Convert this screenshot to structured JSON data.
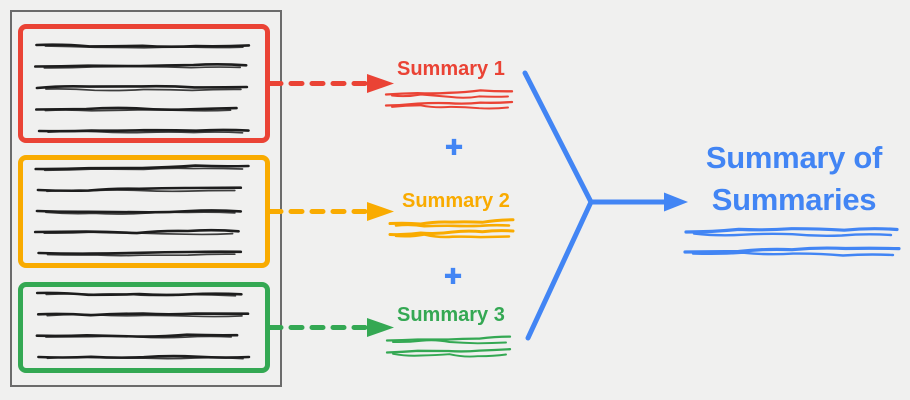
{
  "diagram_title": "map-reduce summarization diagram",
  "palette": {
    "background": "#f0f0ef",
    "frame_gray": "#6b6b6b",
    "scribble_black": "#1d1d1d",
    "red": "#EA4335",
    "yellow": "#F9AB00",
    "green": "#34A853",
    "blue": "#4285F4"
  },
  "document": {
    "sections": [
      {
        "id": "section-red",
        "color": "#EA4335",
        "text_lines": 5
      },
      {
        "id": "section-yellow",
        "color": "#F9AB00",
        "text_lines": 5
      },
      {
        "id": "section-green",
        "color": "#34A853",
        "text_lines": 4
      }
    ]
  },
  "summaries": [
    {
      "label": "Summary 1",
      "color": "#EA4335"
    },
    {
      "label": "Summary 2",
      "color": "#F9AB00"
    },
    {
      "label": "Summary 3",
      "color": "#34A853"
    }
  ],
  "operators": {
    "plus": "+"
  },
  "final_summary": {
    "label_line1": "Summary of",
    "label_line2": "Summaries",
    "color": "#4285F4"
  }
}
